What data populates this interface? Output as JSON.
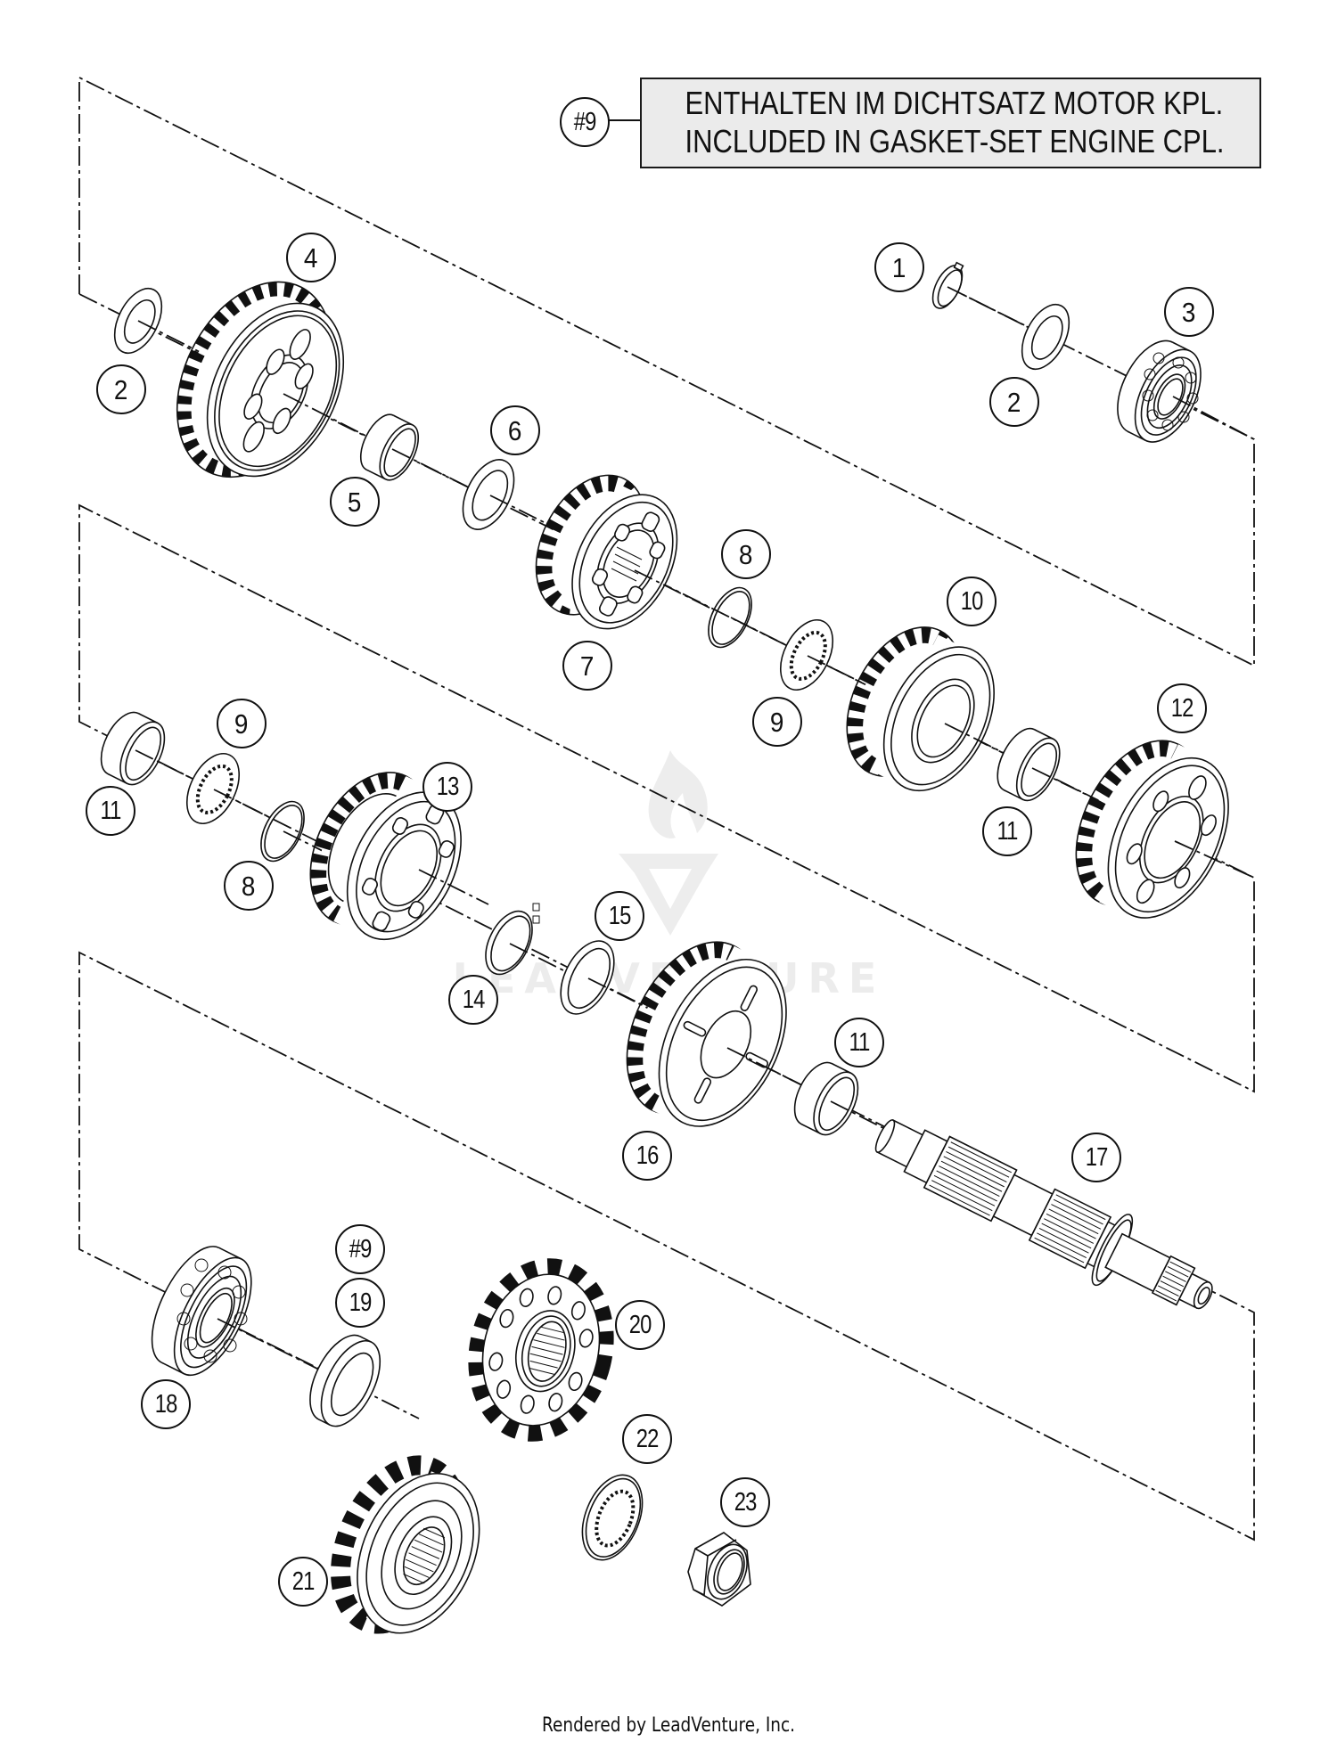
{
  "diagram": {
    "type": "exploded-parts-view",
    "subject": "transmission shaft assembly",
    "watermark_text": "LEADVENTURE"
  },
  "note": {
    "reference": "#9",
    "line_de": "ENTHALTEN IM DICHTSATZ MOTOR KPL.",
    "line_en": "INCLUDED IN GASKET-SET ENGINE CPL."
  },
  "callouts": [
    {
      "label": "1"
    },
    {
      "label": "2"
    },
    {
      "label": "2"
    },
    {
      "label": "3"
    },
    {
      "label": "4"
    },
    {
      "label": "5"
    },
    {
      "label": "6"
    },
    {
      "label": "7"
    },
    {
      "label": "8"
    },
    {
      "label": "9"
    },
    {
      "label": "10"
    },
    {
      "label": "11"
    },
    {
      "label": "12"
    },
    {
      "label": "11"
    },
    {
      "label": "9"
    },
    {
      "label": "8"
    },
    {
      "label": "13"
    },
    {
      "label": "15"
    },
    {
      "label": "14"
    },
    {
      "label": "11"
    },
    {
      "label": "16"
    },
    {
      "label": "17"
    },
    {
      "label": "#9"
    },
    {
      "label": "19"
    },
    {
      "label": "18"
    },
    {
      "label": "20"
    },
    {
      "label": "22"
    },
    {
      "label": "23"
    },
    {
      "label": "21"
    }
  ],
  "footer": {
    "text": "Rendered by LeadVenture, Inc."
  }
}
